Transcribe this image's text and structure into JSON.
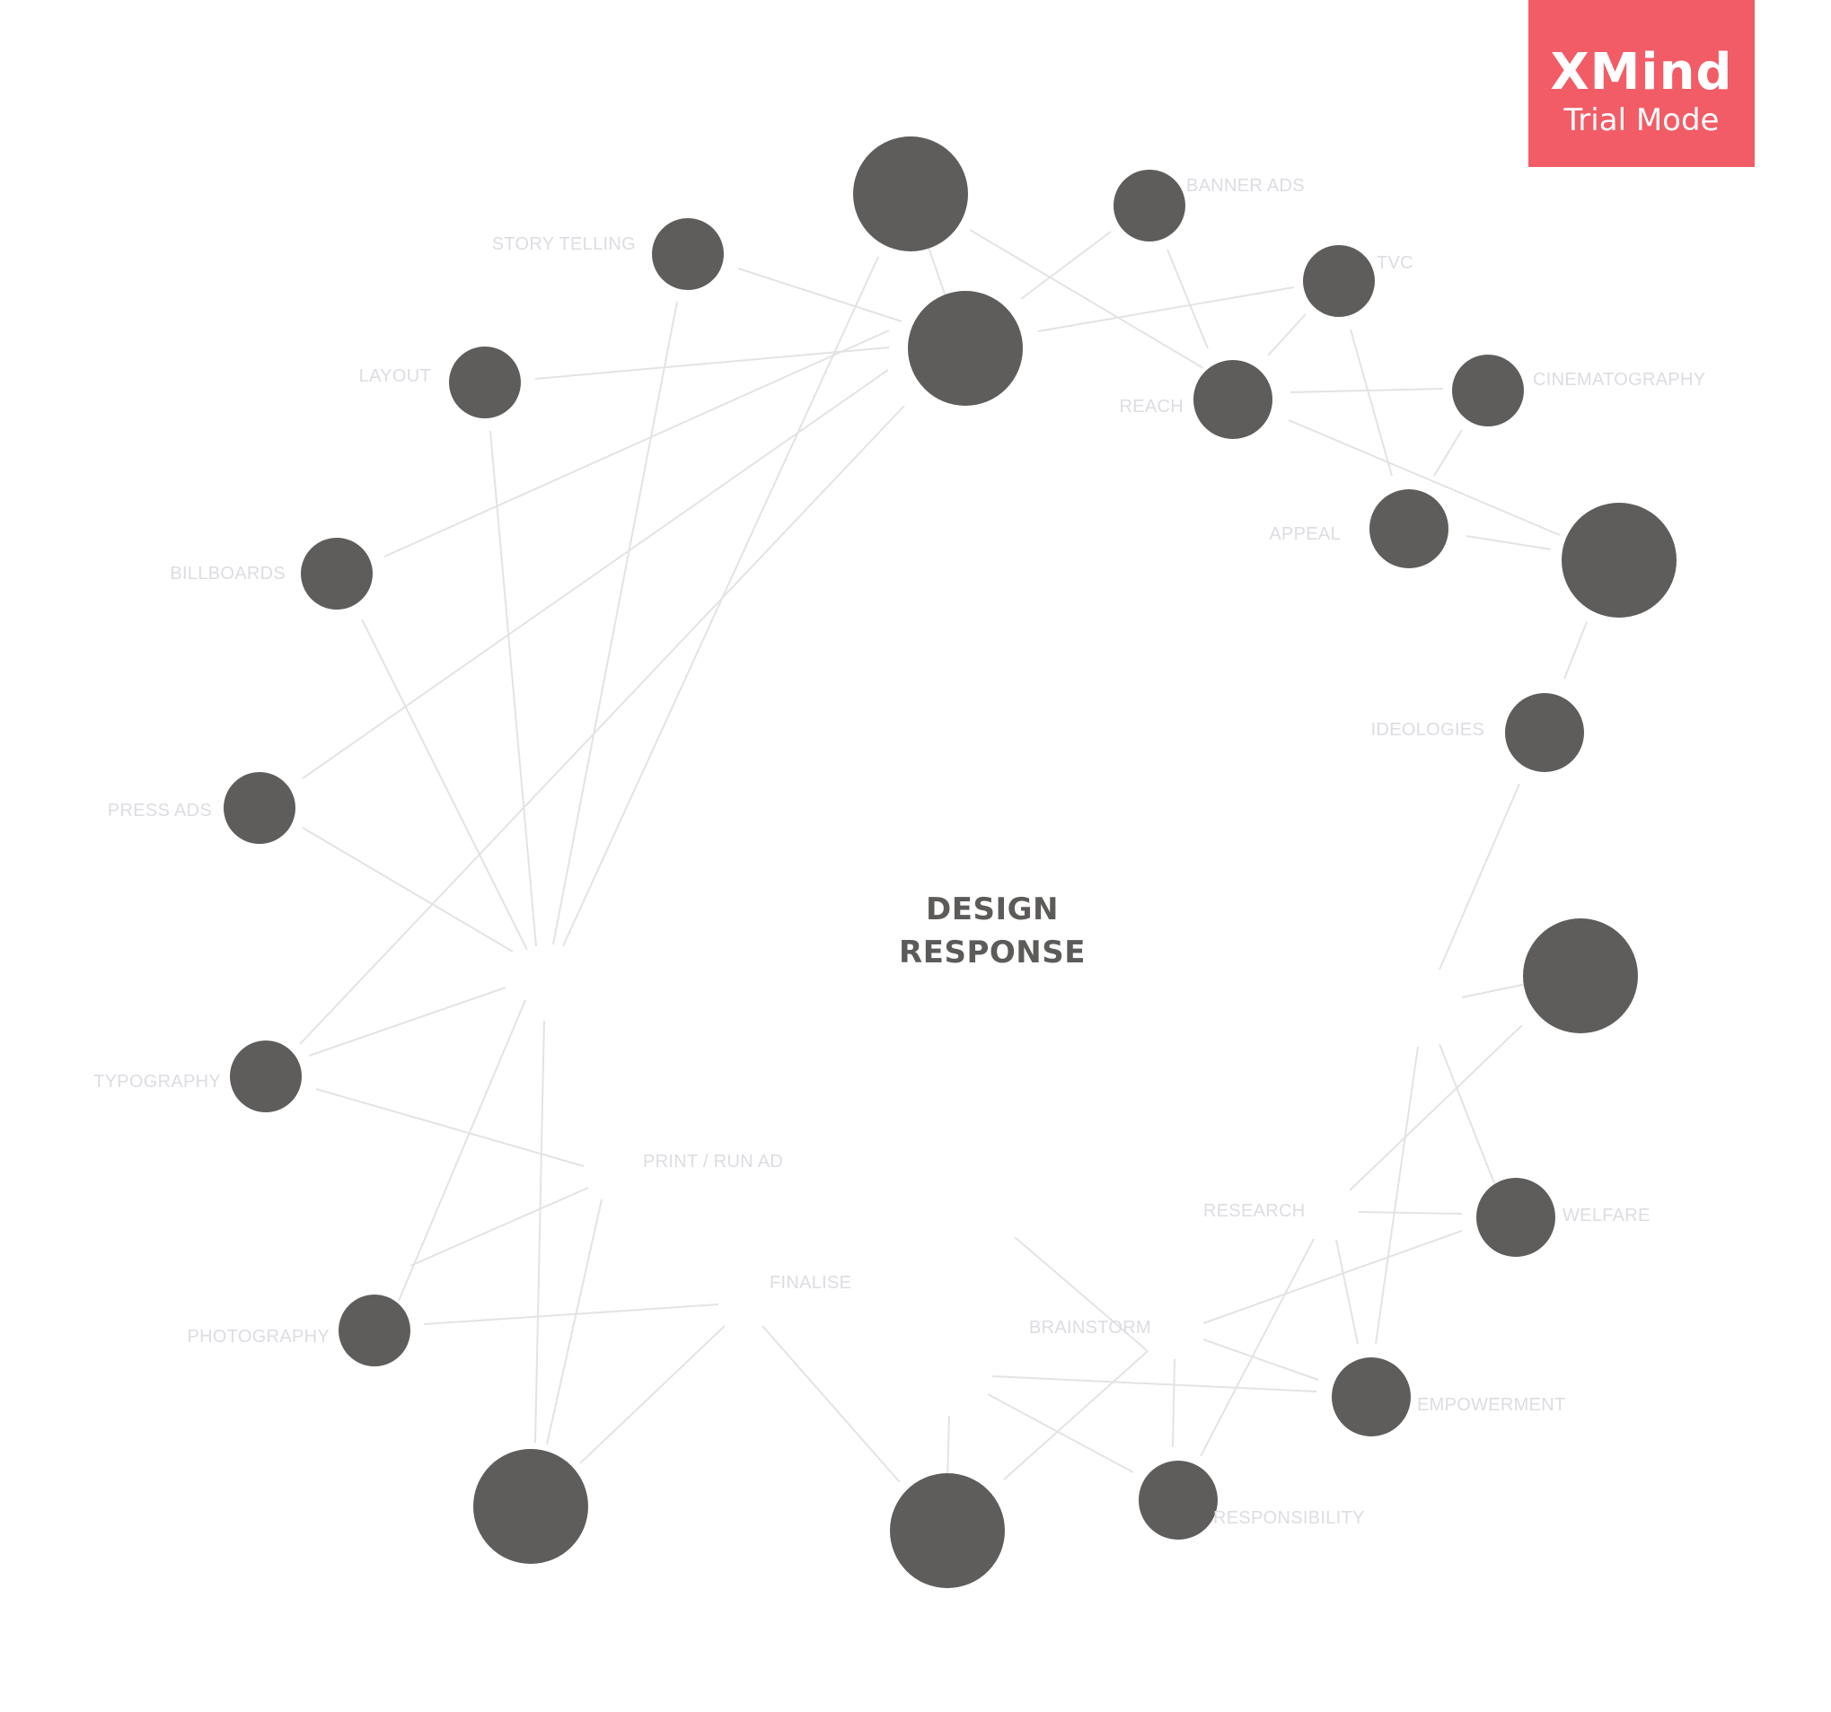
{
  "diagram": {
    "center_title": [
      "DESIGN",
      "RESPONSE"
    ],
    "colors": {
      "node": "#5e5d5b",
      "edge": "#e3e3e6",
      "label": "#dcdce2",
      "title": "#5c5b59",
      "badge": "#f25c66"
    },
    "nodes": [
      {
        "id": "top-hub"
      },
      {
        "id": "mid-hub"
      },
      {
        "id": "banner-ads",
        "label": "BANNER ADS"
      },
      {
        "id": "tvc",
        "label": "TVC"
      },
      {
        "id": "reach",
        "label": "REACH"
      },
      {
        "id": "cinematography",
        "label": "CINEMATOGRAPHY"
      },
      {
        "id": "appeal",
        "label": "APPEAL"
      },
      {
        "id": "right-hub"
      },
      {
        "id": "ideologies",
        "label": "IDEOLOGIES"
      },
      {
        "id": "lower-right-hub"
      },
      {
        "id": "welfare",
        "label": "WELFARE"
      },
      {
        "id": "empowerment",
        "label": "EMPOWERMENT"
      },
      {
        "id": "responsibility",
        "label": "RESPONSIBILITY"
      },
      {
        "id": "bottom-hub"
      },
      {
        "id": "bottom-left-hub"
      },
      {
        "id": "photography",
        "label": "PHOTOGRAPHY"
      },
      {
        "id": "typography",
        "label": "TYPOGRAPHY"
      },
      {
        "id": "press-ads",
        "label": "PRESS ADS"
      },
      {
        "id": "billboards",
        "label": "BILLBOARDS"
      },
      {
        "id": "layout",
        "label": "LAYOUT"
      },
      {
        "id": "story-telling",
        "label": "STORY TELLING"
      }
    ],
    "floating_labels": [
      {
        "id": "print-run-ad",
        "label": "PRINT / RUN AD"
      },
      {
        "id": "finalise",
        "label": "FINALISE"
      },
      {
        "id": "brainstorm",
        "label": "BRAINSTORM"
      },
      {
        "id": "research",
        "label": "RESEARCH"
      }
    ]
  },
  "watermark": {
    "title": "XMind",
    "subtitle": "Trial Mode"
  }
}
